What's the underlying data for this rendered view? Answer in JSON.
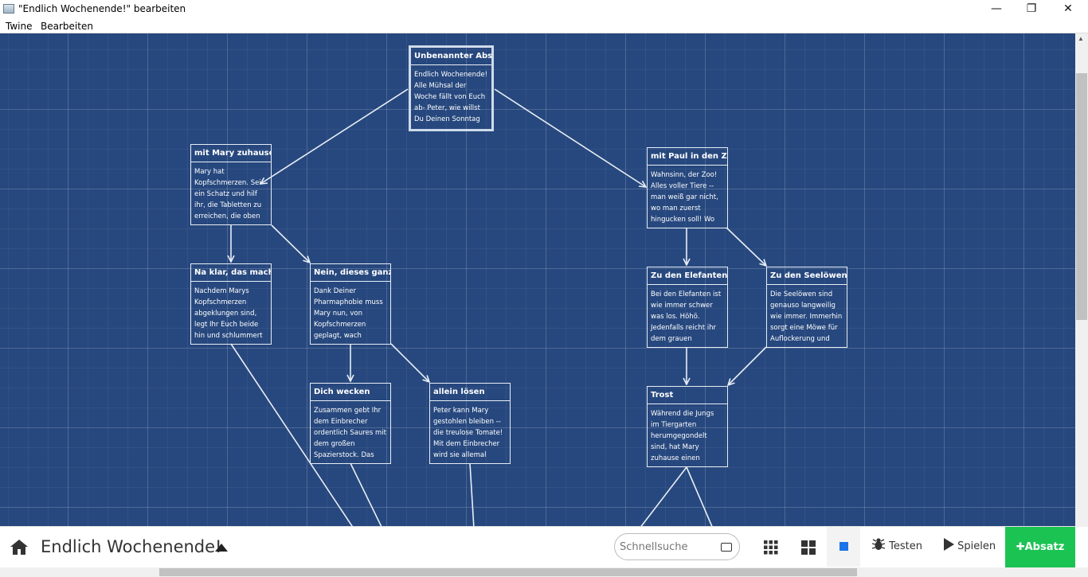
{
  "window": {
    "title": "\"Endlich Wochenende!\" bearbeiten",
    "minimize_glyph": "—",
    "maximize_glyph": "❐",
    "close_glyph": "✕"
  },
  "menu": {
    "items": [
      "Twine",
      "Bearbeiten"
    ]
  },
  "passages": [
    {
      "title": "Unbenannter Absatz",
      "body": "Endlich Wochenende! Alle Mühsal der Woche fällt von Euch ab- Peter, wie willst Du Deinen Sonntag"
    },
    {
      "title": "mit Mary zuhause bleiben",
      "body": "Mary hat Kopfschmerzen. Sei ein Schatz und hilf ihr, die Tabletten zu erreichen, die oben"
    },
    {
      "title": "mit Paul in den Zoo gehen",
      "body": "Wahnsinn, der Zoo! Alles voller Tiere -- man weiß gar nicht, wo man zuerst hingucken soll! Wo"
    },
    {
      "title": "Na klar, das mache ich",
      "body": "Nachdem Marys Kopfschmerzen abgeklungen sind, legt Ihr Euch beide hin und schlummert"
    },
    {
      "title": "Nein, dieses ganze Pharma",
      "body": "Dank Deiner Pharmaphobie muss Mary nun, von Kopfschmerzen geplagt, wach"
    },
    {
      "title": "Zu den Elefanten!",
      "body": "Bei den Elefanten ist wie immer schwer was los. Höhö. Jedenfalls reicht ihr dem grauen"
    },
    {
      "title": "Zu den Seelöwen!",
      "body": "Die Seelöwen sind genauso langweilig wie immer. Immerhin sorgt eine Möwe für Auflockerung und"
    },
    {
      "title": "Dich wecken",
      "body": "Zusammen gebt Ihr dem Einbrecher ordentlich Saures mit dem großen Spazierstock. Das"
    },
    {
      "title": "allein lösen",
      "body": "Peter kann Mary gestohlen bleiben -- die treulose Tomate! Mit dem Einbrecher wird sie allemal"
    },
    {
      "title": "Trost",
      "body": "Während die Jungs im Tiergarten herumgegondelt sind, hat Mary zuhause einen"
    }
  ],
  "toolbar": {
    "story_title": "Endlich Wochenende!",
    "search_placeholder": "Schnellsuche",
    "test_label": "Testen",
    "play_label": "Spielen",
    "add_label": "Absatz",
    "add_glyph": "✚"
  },
  "colors": {
    "canvas_bg": "#27487e",
    "add_button": "#1bc353"
  },
  "icons": [
    "home-icon",
    "keyboard-icon",
    "zoom-small-icon",
    "zoom-medium-icon",
    "zoom-large-icon",
    "bug-icon",
    "play-icon",
    "plus-icon"
  ]
}
